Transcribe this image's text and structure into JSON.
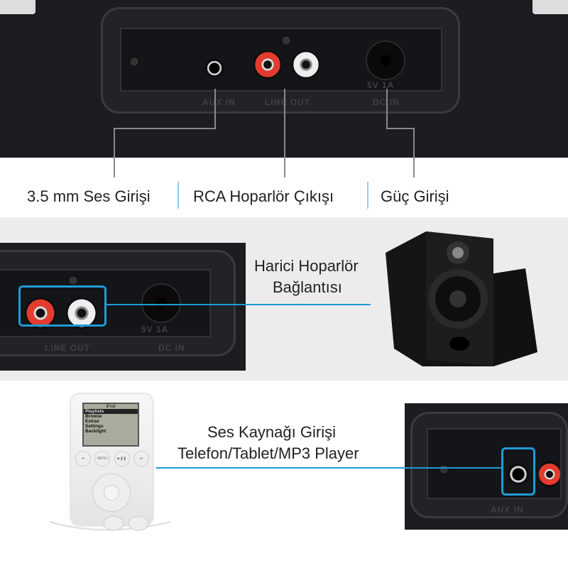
{
  "top_panel": {
    "ports": [
      "AUX IN",
      "LINE OUT",
      "DC IN"
    ],
    "power_rating": "5V 1A"
  },
  "labels": {
    "aux": "3.5 mm Ses Girişi",
    "rca": "RCA Hoparlör Çıkışı",
    "power": "Güç Girişi"
  },
  "speaker_section": {
    "line1": "Harici Hoparlör",
    "line2": "Bağlantısı",
    "ports": [
      "LINE OUT",
      "DC IN"
    ],
    "power_rating": "5V 1A"
  },
  "source_section": {
    "line1": "Ses Kaynağı Girişi",
    "line2": "Telefon/Tablet/MP3 Player",
    "port": "AUX IN"
  },
  "ipod": {
    "title": "iPod",
    "menu": [
      "Playlists",
      "Browse",
      "Extras",
      "Settings",
      "Backlight"
    ],
    "buttons": [
      "⏮",
      "MENU",
      "▶❚❚",
      "⏭"
    ]
  },
  "colors": {
    "accent": "#1e9bd7",
    "panel": "#1c1d20",
    "rca_red": "#e33b2e"
  }
}
